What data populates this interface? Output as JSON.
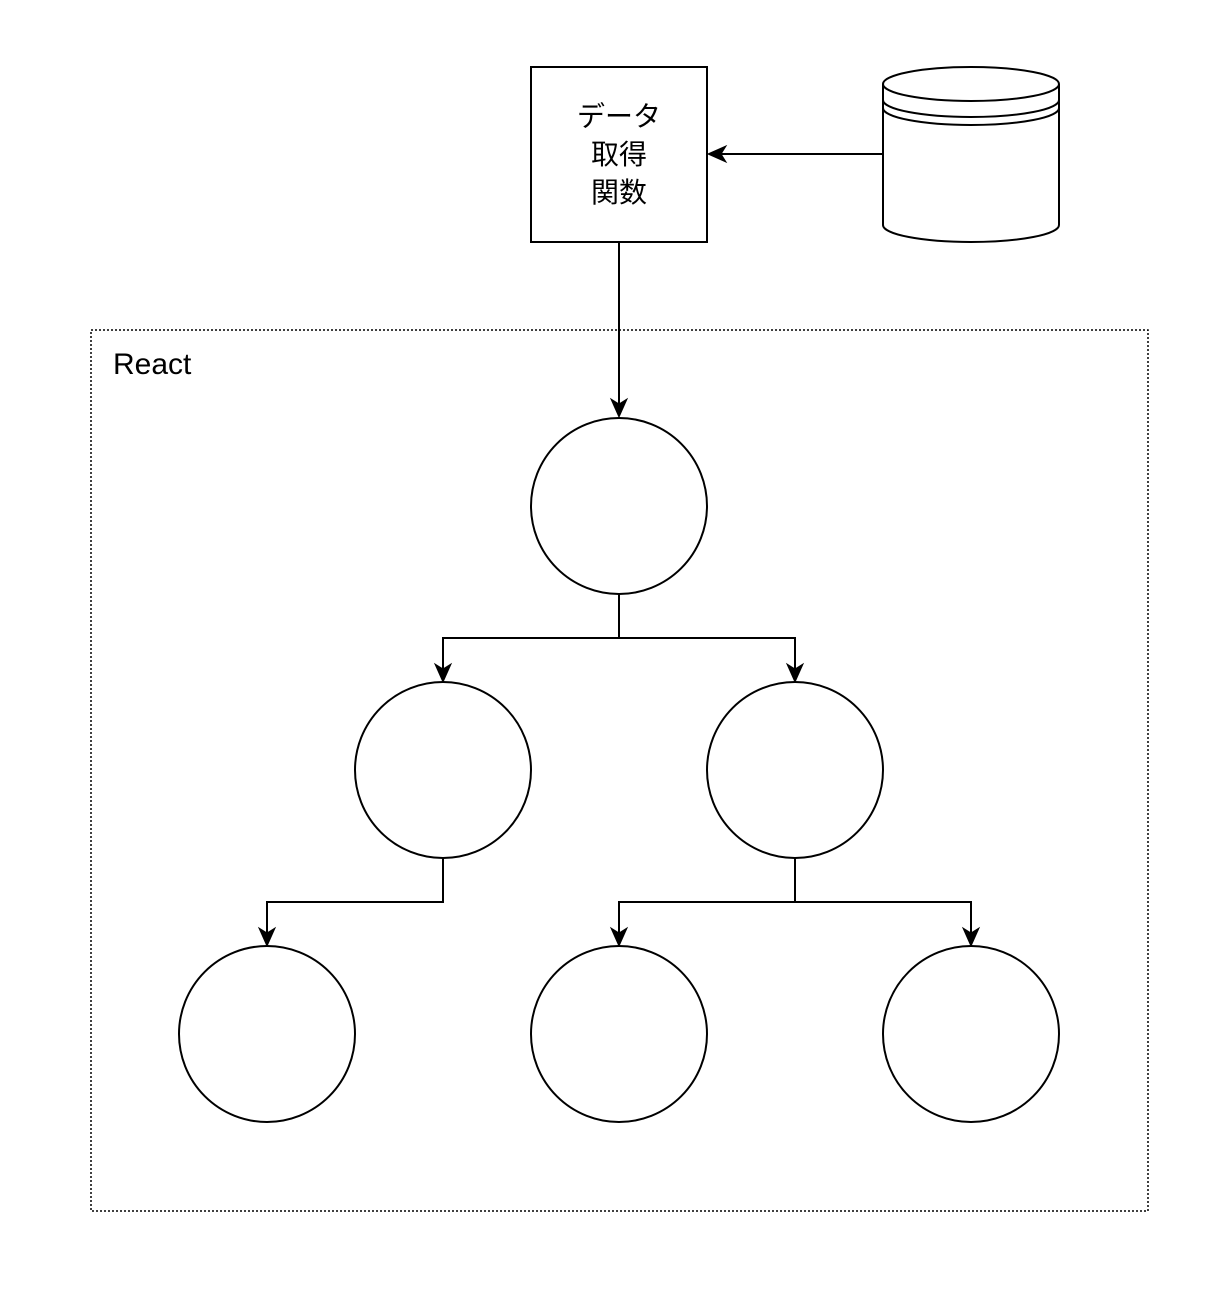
{
  "function_box": {
    "lines": [
      "データ",
      "取得",
      "関数"
    ]
  },
  "react_container": {
    "label": "React"
  },
  "database": {
    "icon": "database-cylinder-icon"
  },
  "tree": {
    "nodes": [
      {
        "id": "root"
      },
      {
        "id": "left-child"
      },
      {
        "id": "right-child"
      },
      {
        "id": "left-grandchild"
      },
      {
        "id": "right-grandchild-1"
      },
      {
        "id": "right-grandchild-2"
      }
    ],
    "edges": [
      {
        "from": "root",
        "to": "left-child"
      },
      {
        "from": "root",
        "to": "right-child"
      },
      {
        "from": "left-child",
        "to": "left-grandchild"
      },
      {
        "from": "right-child",
        "to": "right-grandchild-1"
      },
      {
        "from": "right-child",
        "to": "right-grandchild-2"
      }
    ]
  },
  "flows": [
    {
      "from": "database",
      "to": "function_box"
    },
    {
      "from": "function_box",
      "to": "root"
    }
  ]
}
